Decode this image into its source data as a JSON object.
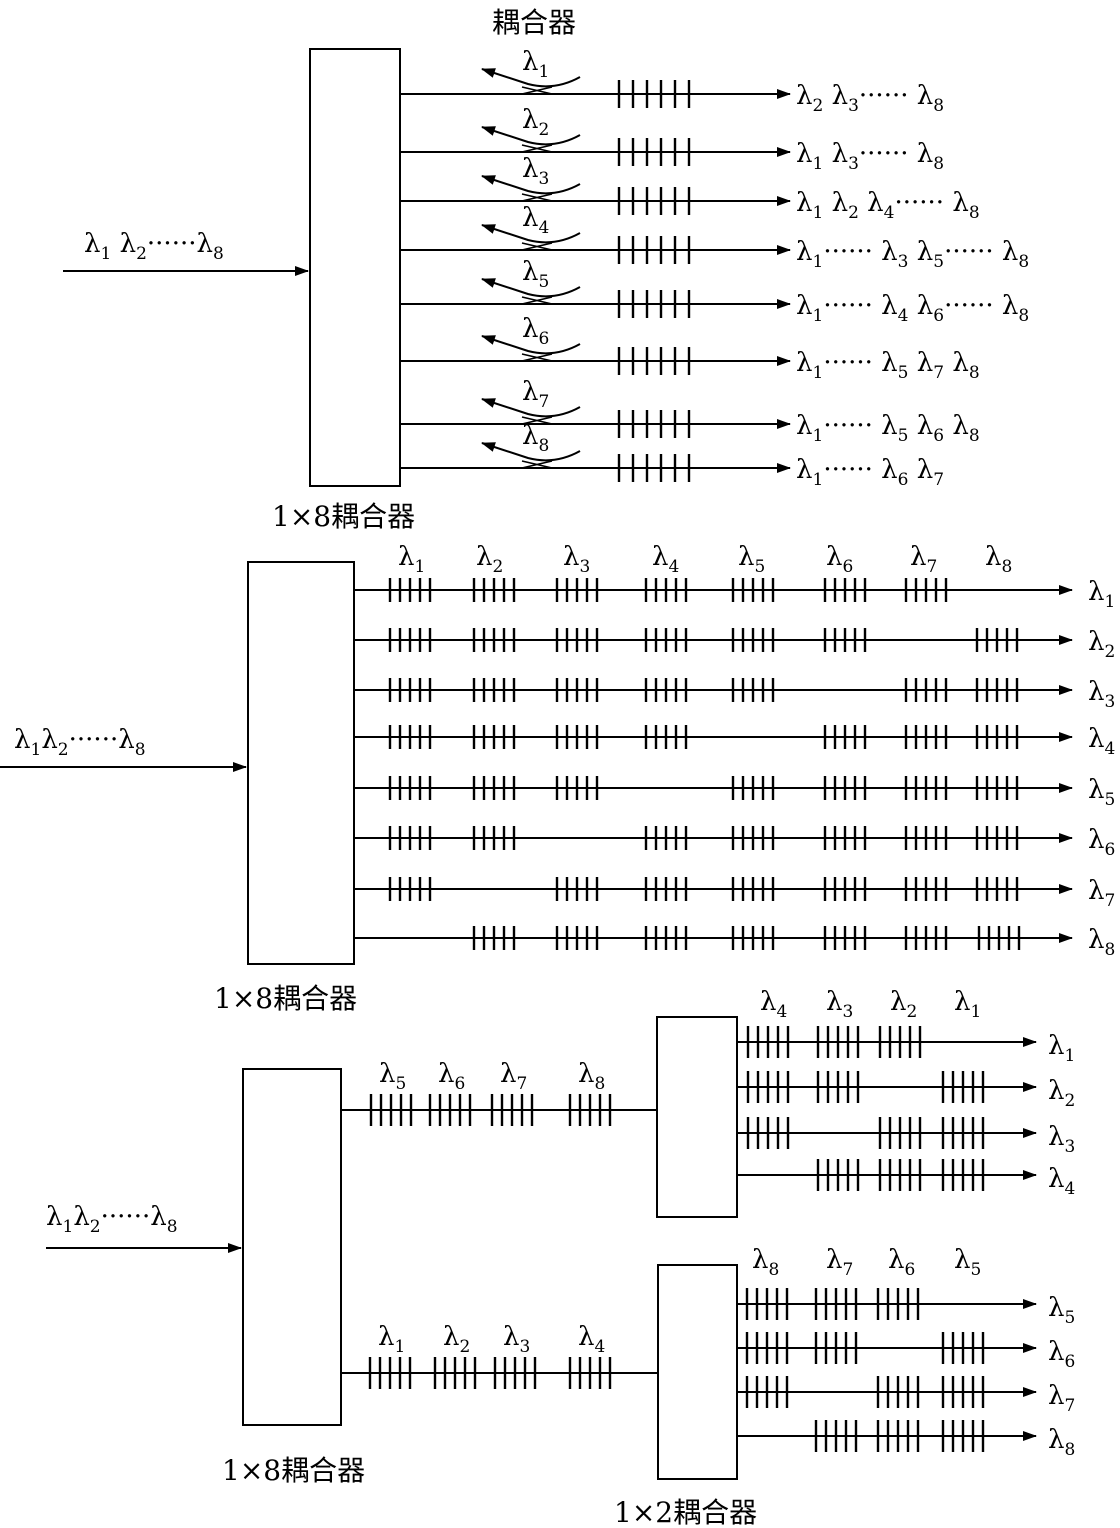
{
  "panel_a": {
    "input_label": "λ1 λ2······λ8",
    "coupler_caption": "1×8耦合器",
    "element_caption": "耦合器",
    "rows": [
      {
        "dropped": "λ1",
        "output": "λ2 λ3······ λ8"
      },
      {
        "dropped": "λ2",
        "output": "λ1 λ3······ λ8"
      },
      {
        "dropped": "λ3",
        "output": "λ1 λ2 λ4······ λ8"
      },
      {
        "dropped": "λ4",
        "output": "λ1······ λ3 λ5······ λ8"
      },
      {
        "dropped": "λ5",
        "output": "λ1······ λ4 λ6······ λ8"
      },
      {
        "dropped": "λ6",
        "output": "λ1······ λ5 λ7 λ8"
      },
      {
        "dropped": "λ7",
        "output": "λ1······ λ5 λ6 λ8"
      },
      {
        "dropped": "λ8",
        "output": "λ1······ λ6 λ7"
      }
    ]
  },
  "panel_b": {
    "input_label": "λ1λ2······λ8",
    "coupler_caption": "1×8耦合器",
    "column_labels": [
      "λ1",
      "λ2",
      "λ3",
      "λ4",
      "λ5",
      "λ6",
      "λ7",
      "λ8"
    ],
    "outputs": [
      "λ1",
      "λ2",
      "λ3",
      "λ4",
      "λ5",
      "λ6",
      "λ7",
      "λ8"
    ],
    "grating_presence": [
      [
        1,
        1,
        1,
        1,
        1,
        1,
        1,
        0
      ],
      [
        1,
        1,
        1,
        1,
        1,
        1,
        0,
        1
      ],
      [
        1,
        1,
        1,
        1,
        1,
        0,
        1,
        1
      ],
      [
        1,
        1,
        1,
        1,
        0,
        1,
        1,
        1
      ],
      [
        1,
        1,
        1,
        0,
        1,
        1,
        1,
        1
      ],
      [
        1,
        1,
        0,
        1,
        1,
        1,
        1,
        1
      ],
      [
        1,
        0,
        1,
        1,
        1,
        1,
        1,
        1
      ],
      [
        0,
        1,
        1,
        1,
        1,
        1,
        1,
        1
      ]
    ]
  },
  "panel_c": {
    "input_label": "λ1λ2······λ8",
    "coupler8_caption": "1×8耦合器",
    "coupler2_caption": "1×2耦合器",
    "upper_branch_labels": [
      "λ5",
      "λ6",
      "λ7",
      "λ8"
    ],
    "lower_branch_labels": [
      "λ1",
      "λ2",
      "λ3",
      "λ4"
    ],
    "upper_group": {
      "column_labels": [
        "λ4",
        "λ3",
        "λ2",
        "λ1"
      ],
      "outputs": [
        "λ1",
        "λ2",
        "λ3",
        "λ4"
      ],
      "grating_presence": [
        [
          1,
          1,
          1,
          0
        ],
        [
          1,
          1,
          0,
          1
        ],
        [
          1,
          0,
          1,
          1
        ],
        [
          0,
          1,
          1,
          1
        ]
      ]
    },
    "lower_group": {
      "column_labels": [
        "λ8",
        "λ7",
        "λ6",
        "λ5"
      ],
      "outputs": [
        "λ5",
        "λ6",
        "λ7",
        "λ8"
      ],
      "grating_presence": [
        [
          1,
          1,
          1,
          0
        ],
        [
          1,
          1,
          0,
          1
        ],
        [
          1,
          0,
          1,
          1
        ],
        [
          0,
          1,
          1,
          1
        ]
      ]
    }
  }
}
